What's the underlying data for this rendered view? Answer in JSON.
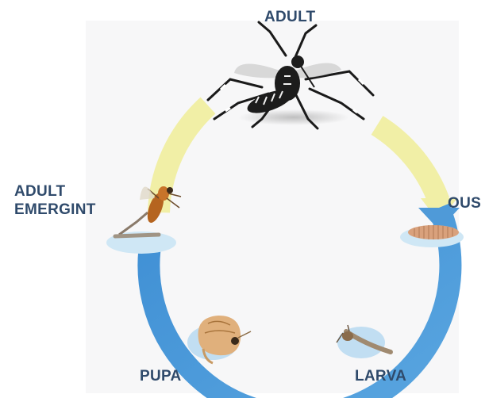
{
  "diagram": {
    "stages": {
      "adult": "ADULT",
      "adult_emergint_line1": "ADULT",
      "adult_emergint_line2": "EMERGINT",
      "ous": "OUS",
      "pupa": "PUPA",
      "larva": "LARVA"
    },
    "colors": {
      "label": "#2f4a6b",
      "ring_blue": "#4f9ad8",
      "ring_yellow": "#f1efa6",
      "background_panel": "#f7f7f8",
      "water": "#cfe7f5"
    },
    "icons": [
      "mosquito-adult-icon",
      "mosquito-emerging-icon",
      "egg-raft-icon",
      "larva-icon",
      "pupa-icon"
    ]
  }
}
